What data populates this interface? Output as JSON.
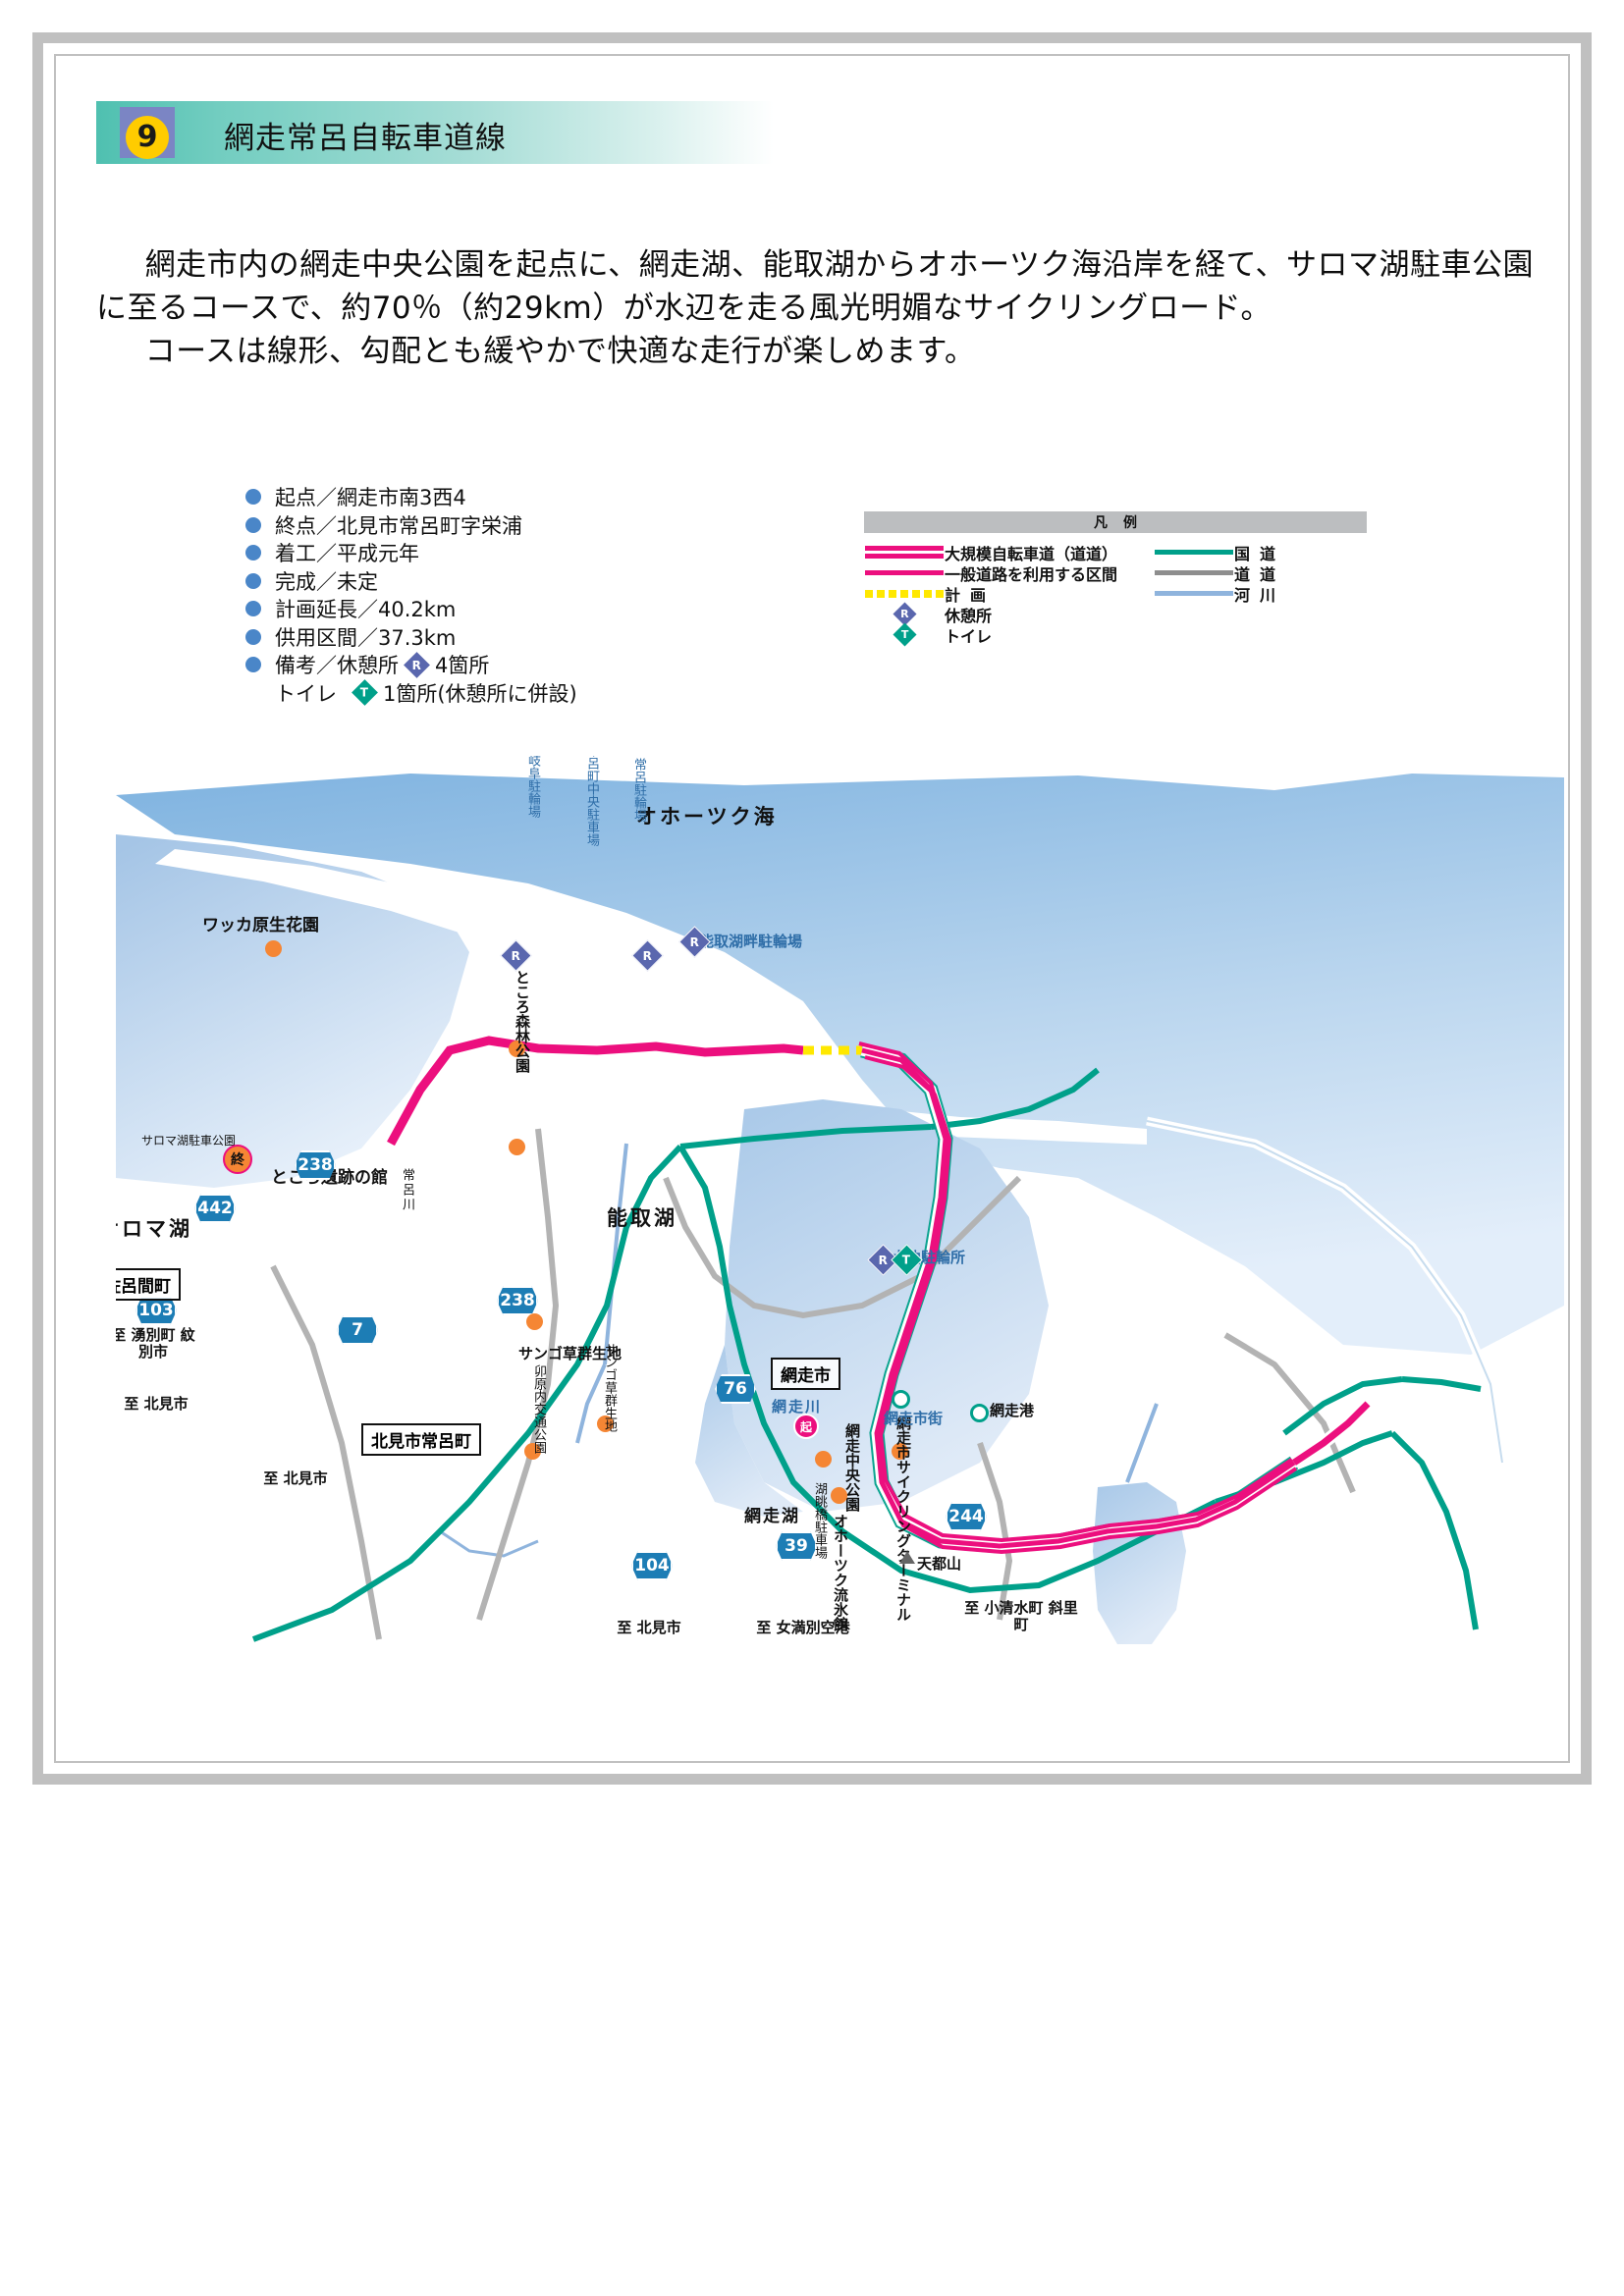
{
  "document": {
    "route_number": "9",
    "title": "網走常呂自転車道線"
  },
  "description": {
    "para1": "網走市内の網走中央公園を起点に、網走湖、能取湖からオホーツク海沿岸を経て、サロマ湖駐車公園に至るコースで、約70％（約29km）が水辺を走る風光明媚なサイクリングロード。",
    "para2": "コースは線形、勾配とも緩やかで快適な走行が楽しめます。"
  },
  "specs": [
    {
      "label": "起点／網走市南3西4"
    },
    {
      "label": "終点／北見市常呂町字栄浦"
    },
    {
      "label": "着工／平成元年"
    },
    {
      "label": "完成／未定"
    },
    {
      "label": "計画延長／40.2km"
    },
    {
      "label": "供用区間／37.3km"
    },
    {
      "label": "備考／休憩所",
      "icon": "R",
      "count": "4箇所"
    }
  ],
  "spec_sub": {
    "label": "トイレ",
    "icon": "T",
    "count": "1箇所(休憩所に併設)"
  },
  "legend": {
    "header": "凡例",
    "left": [
      {
        "symbol": "double-pink-line",
        "label": "大規模自転車道（道道）"
      },
      {
        "symbol": "pink-line",
        "label": "一般道路を利用する区間"
      },
      {
        "symbol": "yellow-dashed",
        "label": "計画"
      },
      {
        "symbol": "rest-diamond",
        "label": "休憩所"
      },
      {
        "symbol": "toilet-diamond",
        "label": "トイレ"
      }
    ],
    "right": [
      {
        "symbol": "green-line",
        "label": "国道"
      },
      {
        "symbol": "gray-line",
        "label": "道道"
      },
      {
        "symbol": "blue-line",
        "label": "河川"
      }
    ]
  },
  "map": {
    "sea_label": "オホーツク海",
    "lakes": [
      {
        "name": "サロマ湖"
      },
      {
        "name": "能取湖"
      },
      {
        "name": "網走湖"
      }
    ],
    "cities": [
      {
        "name": "佐呂間町"
      },
      {
        "name": "北見市常呂町"
      },
      {
        "name": "網走市"
      }
    ],
    "places": [
      {
        "name": "ワッカ原生花園"
      },
      {
        "name": "ところ遺跡の館"
      },
      {
        "name": "サロマ湖駐車公園"
      },
      {
        "name": "ところ森林公園"
      },
      {
        "name": "サンゴ草群生地"
      },
      {
        "name": "サンゴ草群生地"
      },
      {
        "name": "卯原内交通公園"
      },
      {
        "name": "網走中央公園"
      },
      {
        "name": "網走市サイクリングターミナル"
      },
      {
        "name": "オホーツク流氷館"
      },
      {
        "name": "網走港"
      },
      {
        "name": "天都山"
      },
      {
        "name": "網走市街"
      },
      {
        "name": "網走川"
      },
      {
        "name": "常呂川"
      }
    ],
    "parkings": [
      {
        "name": "岐阜駐輪場"
      },
      {
        "name": "常呂町中央駐車場"
      },
      {
        "name": "常呂駐輪場"
      },
      {
        "name": "能取湖畔駐輪場"
      },
      {
        "name": "大曲駐輪所"
      },
      {
        "name": "湖眺橋駐車場"
      }
    ],
    "route_shields": [
      "442",
      "238",
      "103",
      "7",
      "238",
      "76",
      "104",
      "39",
      "244"
    ],
    "directions": [
      {
        "text": "至 湧別町 紋別市"
      },
      {
        "text": "至 北見市"
      },
      {
        "text": "至 北見市"
      },
      {
        "text": "至 北見市"
      },
      {
        "text": "至 女満別空港"
      },
      {
        "text": "至 小清水町 斜里町"
      }
    ],
    "markers": {
      "start": "起",
      "end": "終"
    }
  }
}
